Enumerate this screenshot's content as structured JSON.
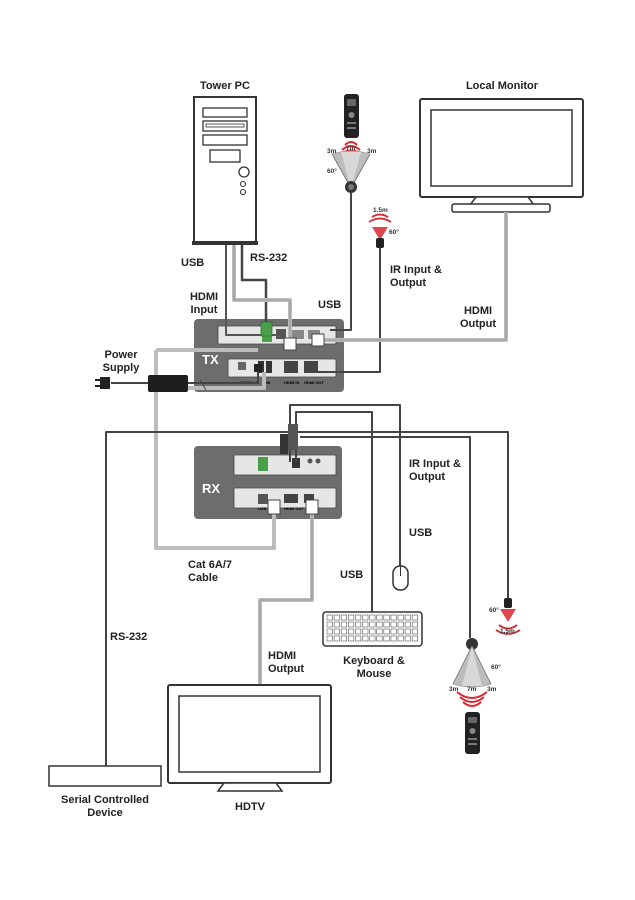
{
  "labels": {
    "tower_pc": "Tower PC",
    "local_monitor": "Local Monitor",
    "usb_pc": "USB",
    "rs232_pc": "RS-232",
    "hdmi_input": "HDMI\nInput",
    "usb_tx": "USB",
    "ir_tx": "IR Input &\nOutput",
    "hdmi_output_local": "HDMI\nOutput",
    "power_supply": "Power\nSupply",
    "tx": "TX",
    "rx": "RX",
    "ir_rx": "IR Input &\nOutput",
    "usb_rx1": "USB",
    "usb_rx2": "USB",
    "cat_cable": "Cat 6A/7\nCable",
    "rs232_device": "RS-232",
    "hdmi_output_tv": "HDMI\nOutput",
    "keyboard_mouse": "Keyboard &\nMouse",
    "serial_device": "Serial Controlled\nDevice",
    "hdtv": "HDTV"
  },
  "ir_ranges": {
    "top": {
      "left": "3m",
      "center": "7m",
      "right": "3m",
      "angle": "60°"
    },
    "top_sensor": {
      "distance": "1.5m",
      "angle": "60°"
    },
    "bottom": {
      "left": "3m",
      "center": "7m",
      "right": "3m",
      "angle": "60°"
    },
    "bottom_sensor": {
      "distance": "1.5m",
      "angle": "60°"
    }
  },
  "port_labels": {
    "tx_ports": [
      "RS232 / IR",
      "USB",
      "HDMI IN",
      "HDMI OUT"
    ],
    "rx_ports": [
      "USB",
      "HDMI OUT"
    ]
  },
  "colors": {
    "line": "#555555",
    "cable_gray": "#bcbcbc",
    "box": "#6d6d6d",
    "ir_red": "#d8272d",
    "connector_green": "#4aa04a"
  }
}
